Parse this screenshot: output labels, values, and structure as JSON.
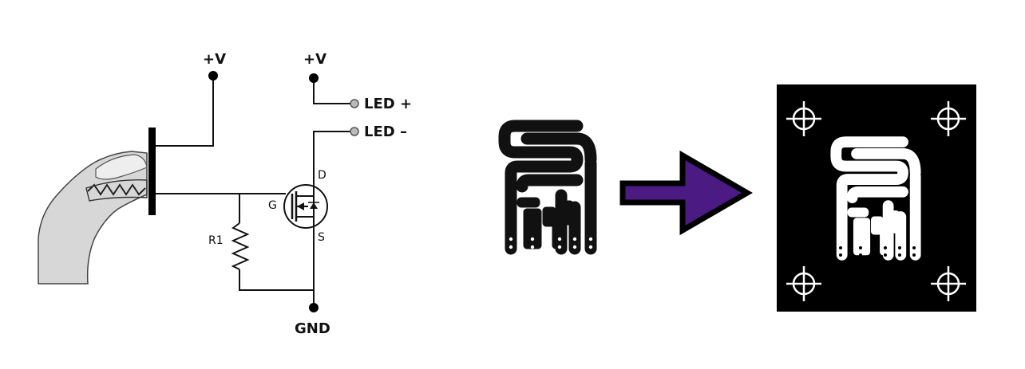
{
  "schematic": {
    "vplus_left": "+V",
    "vplus_right": "+V",
    "led_plus": "LED +",
    "led_minus": "LED –",
    "drain": "D",
    "gate": "G",
    "source": "S",
    "resistor": "R1",
    "ground": "GND"
  },
  "icons": {
    "finger": "finger-touch-icon",
    "arrow": "right-arrow-icon",
    "registration_mark": "crosshair-icon"
  },
  "colors": {
    "arrow_fill": "#4b1a82",
    "board_background": "#000000",
    "trace_dark": "#111111",
    "trace_light": "#ffffff"
  }
}
